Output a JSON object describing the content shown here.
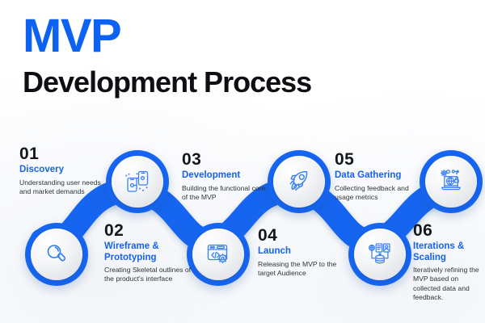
{
  "title": {
    "line1": "MVP",
    "line2": "Development Process"
  },
  "colors": {
    "accent_blue": "#0d62f2",
    "ribbon_blue": "#1665f0",
    "title_dark": "#0d0f12",
    "step_title_blue": "#1763e8",
    "number_dark": "#13161a",
    "body_text": "#2f3338",
    "circle_fill": "#f0f1f4"
  },
  "steps": [
    {
      "number": "01",
      "title": "Discovery",
      "desc": "Understanding user needs and market demands",
      "icon": "magnifier-icon",
      "row": "text-top"
    },
    {
      "number": "02",
      "title": "Wireframe & Prototyping",
      "desc": "Creating Skeletal outlines of the product's interface",
      "icon": "mobile-wireframe-icon",
      "row": "text-bottom"
    },
    {
      "number": "03",
      "title": "Development",
      "desc": "Building the functional core of the MVP",
      "icon": "code-browser-gear-icon",
      "row": "text-top"
    },
    {
      "number": "04",
      "title": "Launch",
      "desc": "Releasing the MVP to the target Audience",
      "icon": "rocket-icon",
      "row": "text-bottom"
    },
    {
      "number": "05",
      "title": "Data Gathering",
      "desc": "Collecting feedback and usage metrics",
      "icon": "database-documents-icon",
      "row": "text-top"
    },
    {
      "number": "06",
      "title": "Iterations & Scaling",
      "desc": "Iteratively refining the MVP based on collected data and feedback.",
      "icon": "laptop-globe-gears-icon",
      "row": "text-bottom"
    }
  ]
}
